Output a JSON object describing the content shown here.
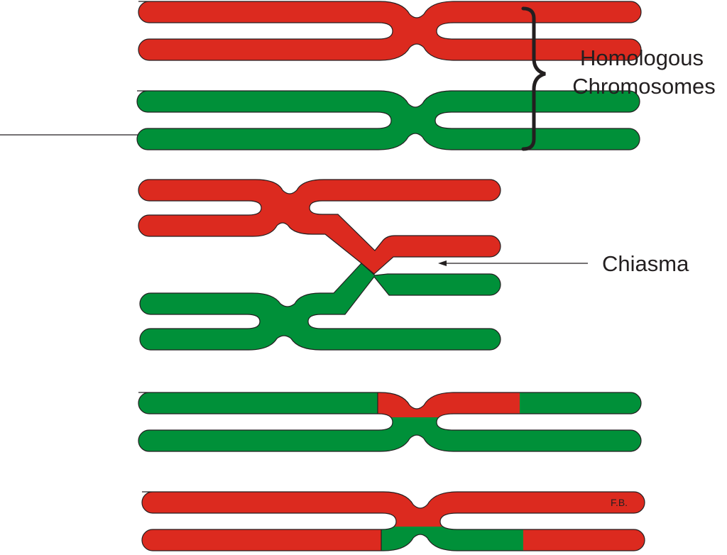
{
  "labels": {
    "homologous_line1": "Homologous",
    "homologous_line2": "Chromosomes",
    "chiasma": "Chiasma",
    "signature": "F.B."
  },
  "colors": {
    "maternal_red": "#dc2a1f",
    "paternal_green": "#009039",
    "outline": "#231f20",
    "text": "#231f20"
  },
  "stages": [
    "homologous pair (unpaired)",
    "crossing over at chiasma",
    "recombinant green chromosome",
    "recombinant red chromosome"
  ]
}
